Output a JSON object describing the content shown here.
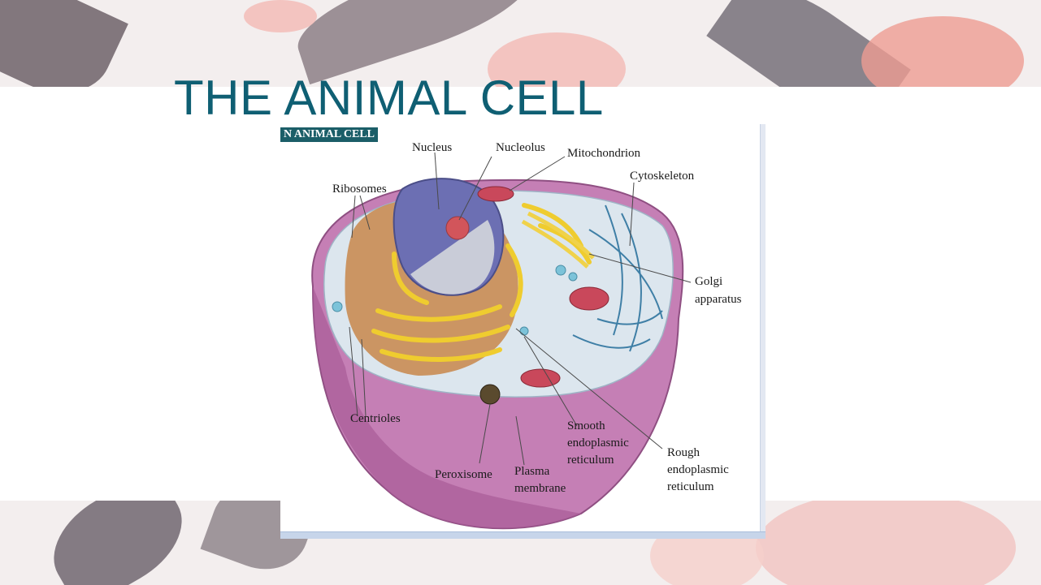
{
  "slide": {
    "title": "THE ANIMAL CELL"
  },
  "figure": {
    "caption_tag": "N ANIMAL CELL",
    "labels": {
      "nucleus": "Nucleus",
      "nucleolus": "Nucleolus",
      "mitochondrion": "Mitochondrion",
      "cytoskeleton": "Cytoskeleton",
      "ribosomes": "Ribosomes",
      "golgi_1": "Golgi",
      "golgi_2": "apparatus",
      "centrioles": "Centrioles",
      "smooth_er_1": "Smooth",
      "smooth_er_2": "endoplasmic",
      "smooth_er_3": "reticulum",
      "rough_er_1": "Rough",
      "rough_er_2": "endoplasmic",
      "rough_er_3": "reticulum",
      "peroxisome": "Peroxisome",
      "plasma_1": "Plasma",
      "plasma_2": "membrane"
    }
  },
  "colors": {
    "title": "#0f5f73",
    "membrane": "#b86aa6",
    "cytoplasm": "#dfe7ef",
    "nucleus": "#6f6fb0",
    "er_yellow": "#f1cf2e",
    "er_brown": "#b8793a",
    "mitochondria": "#c9485b",
    "cytoskeleton": "#3f7fa6"
  }
}
